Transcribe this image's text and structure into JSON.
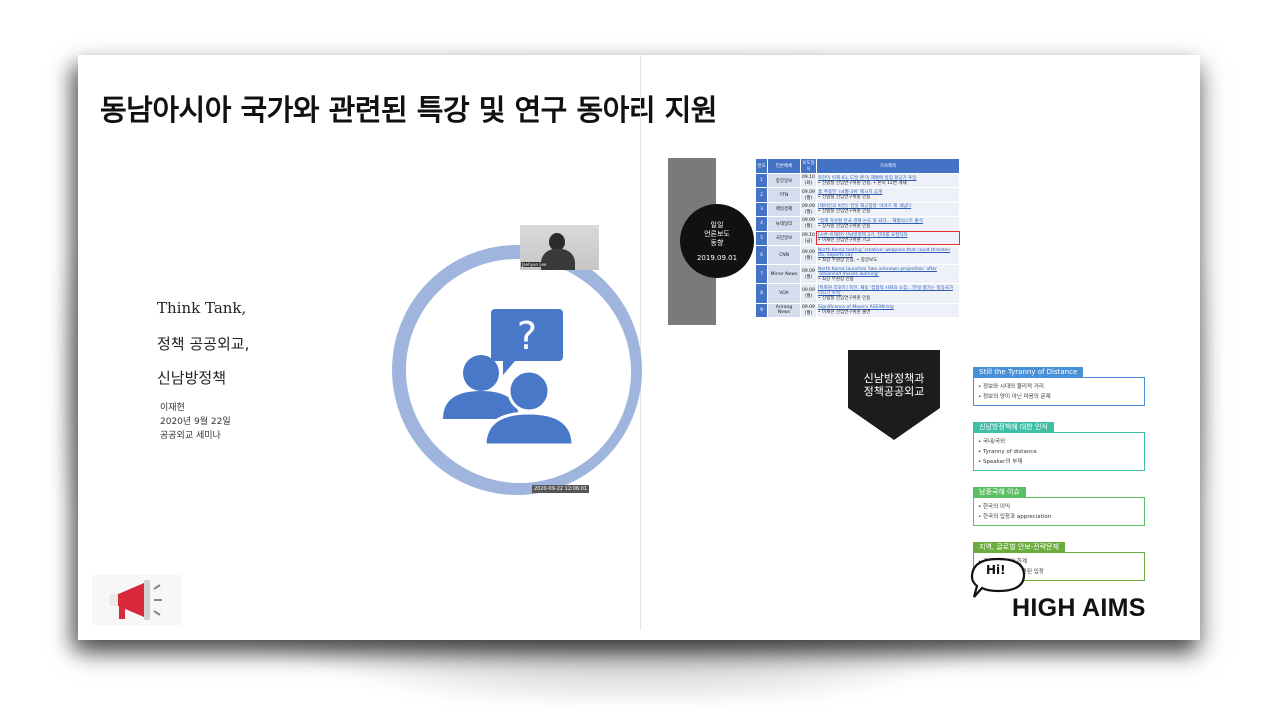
{
  "title": "동남아시아 국가와 관련된 특강 및 연구 동아리 지원",
  "left_card": {
    "line1": "Think Tank,",
    "line2": "정책 공공외교,",
    "line3": "신남방정책",
    "presenter": "이재현",
    "date": "2020년 9월 22일",
    "event": "공공외교 세미나",
    "webcam_tag": "Jaehyun Lee",
    "timestamp": "2020-09-22 12:06:01"
  },
  "news": {
    "circle_line1": "일일",
    "circle_line2": "언론보도",
    "circle_line3": "동향",
    "circle_date": "2019.09.01",
    "headers": [
      "번호",
      "언론매체",
      "보도일시",
      "기사제목"
    ],
    "rows": [
      {
        "n": "1",
        "media": "중앙일보",
        "date": "09.10 (화)",
        "headline": "북한이 이제 ICL 도발 땐 이 재벌에 방침 항공기 투입",
        "note": "• 신범철 선임연구위원 인용, • 본지 12면 게재"
      },
      {
        "n": "2",
        "media": "YTN",
        "date": "09.09 (월)",
        "headline": "北 추종한 'n4월-3위' 메시지 공개",
        "note": "• 신범철 선임연구위원 인용"
      },
      {
        "n": "3",
        "media": "매일경제",
        "date": "09.09 (월)",
        "headline": "[제이킨의 비전] '한일 해군함정' 이야기 해 개념다",
        "note": "• 신범철 선임연구위원 인용"
      },
      {
        "n": "4",
        "media": "뉴데일리",
        "date": "09.09 (월)",
        "headline": "\"함께 자성할 한국 경제 논도 될 되다… 재벌의스트 출석",
        "note": "• 장지향 선임연구위원 인용"
      },
      {
        "n": "5",
        "media": "국민일보",
        "date": "09.10 (금)",
        "headline": "[시론-이재현] 신남방정책 2기, 전대를 요청하자",
        "note": "• 이재현 선임연구위원 기고"
      },
      {
        "n": "6",
        "media": "CNN",
        "date": "09.09 (월)",
        "headline": "North Korea testing 'creative' weapons that could threaten US, experts say",
        "note": "• 최강 부원장 인용, • 중앙보도"
      },
      {
        "n": "7",
        "media": "Mirror News",
        "date": "09.09 (월)",
        "headline": "North Korea launches 'two unknown projectiles' after 'advanced missile warning'",
        "note": "• 최강 부원장 인용"
      },
      {
        "n": "8",
        "media": "VOA",
        "date": "09.09 (월)",
        "headline": "[특파원 리포트] 북한, 재동 '집합적 사회의 소집…'한설 평가는 정상국가 이끄기 우적'",
        "note": "• 신범철 선임연구위원 인용"
      },
      {
        "n": "9",
        "media": "Arirang News",
        "date": "09.09 (월)",
        "headline": "Significance of Moon's ASEAN trip",
        "note": "• 이재현 선임연구위원 출연"
      }
    ]
  },
  "pentagon": {
    "line1": "신남방정책과",
    "line2": "정책공공외교"
  },
  "sections": [
    {
      "header": "Still the Tyranny of Distance",
      "color": "#4a90d9",
      "items": [
        "정보와 시대의 물리적 거리",
        "정보의 양이 아닌 마음의 문제"
      ]
    },
    {
      "header": "신남방정책에 대한 인식",
      "color": "#3fbfa5",
      "items": [
        "국내/국외",
        "Tyranny of distance",
        "Speaker의 부재"
      ]
    },
    {
      "header": "남중국해 이슈",
      "color": "#5cc063",
      "items": [
        "한국의 이익",
        "한국의 입장과 appreciation"
      ]
    },
    {
      "header": "지역, 글로벌 안보-전략문제",
      "color": "#6aad3c",
      "items": [
        "중견국 한국의 한계",
        "한국의 원칙과 일관된 입장"
      ]
    }
  ],
  "logo": {
    "bubble": "Hi!",
    "brand": "HIGH AIMS"
  },
  "colors": {
    "accent_blue": "#4472c4",
    "icon_red": "#d9283a"
  }
}
